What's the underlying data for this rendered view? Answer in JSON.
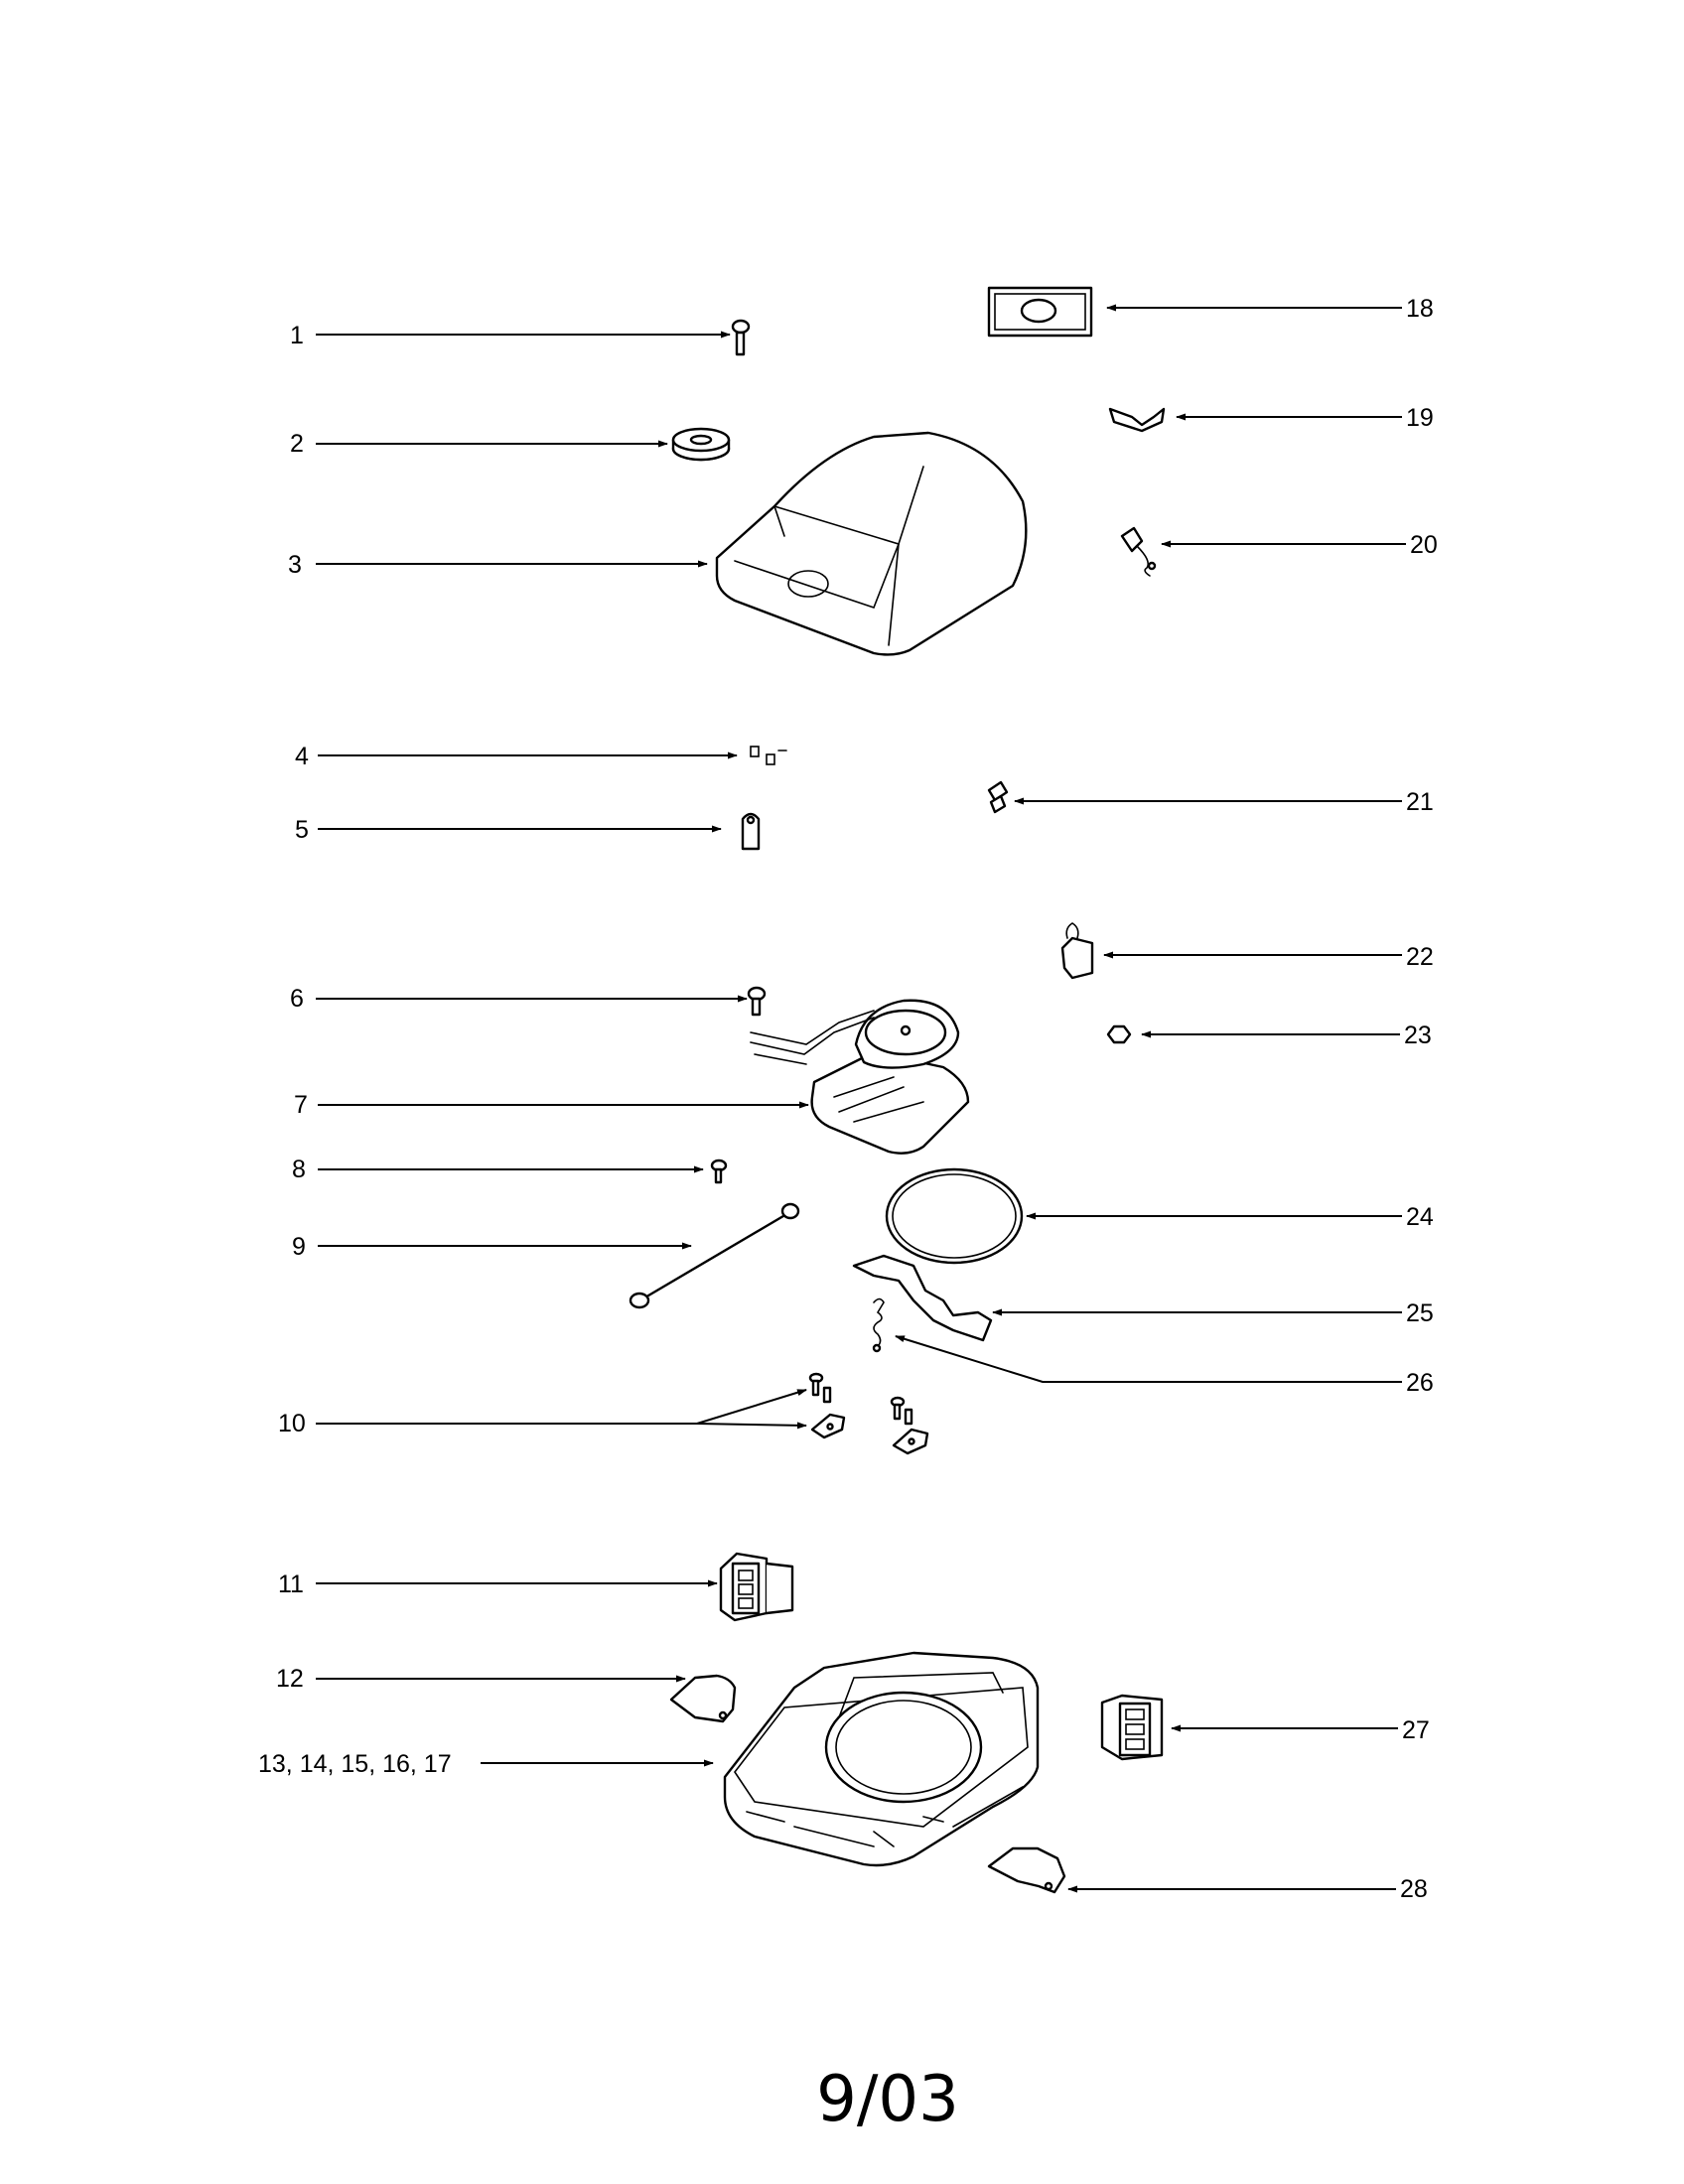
{
  "callouts": [
    {
      "id": "1",
      "label": "1"
    },
    {
      "id": "2",
      "label": "2"
    },
    {
      "id": "3",
      "label": "3"
    },
    {
      "id": "4",
      "label": "4"
    },
    {
      "id": "5",
      "label": "5"
    },
    {
      "id": "6",
      "label": "6"
    },
    {
      "id": "7",
      "label": "7"
    },
    {
      "id": "8",
      "label": "8"
    },
    {
      "id": "9",
      "label": "9"
    },
    {
      "id": "10",
      "label": "10"
    },
    {
      "id": "11",
      "label": "11"
    },
    {
      "id": "12",
      "label": "12"
    },
    {
      "id": "13-17",
      "label": "13, 14, 15, 16, 17"
    },
    {
      "id": "18",
      "label": "18"
    },
    {
      "id": "19",
      "label": "19"
    },
    {
      "id": "20",
      "label": "20"
    },
    {
      "id": "21",
      "label": "21"
    },
    {
      "id": "22",
      "label": "22"
    },
    {
      "id": "23",
      "label": "23"
    },
    {
      "id": "24",
      "label": "24"
    },
    {
      "id": "25",
      "label": "25"
    },
    {
      "id": "26",
      "label": "26"
    },
    {
      "id": "27",
      "label": "27"
    },
    {
      "id": "28",
      "label": "28"
    }
  ],
  "footer": {
    "date_code": "9/03"
  }
}
